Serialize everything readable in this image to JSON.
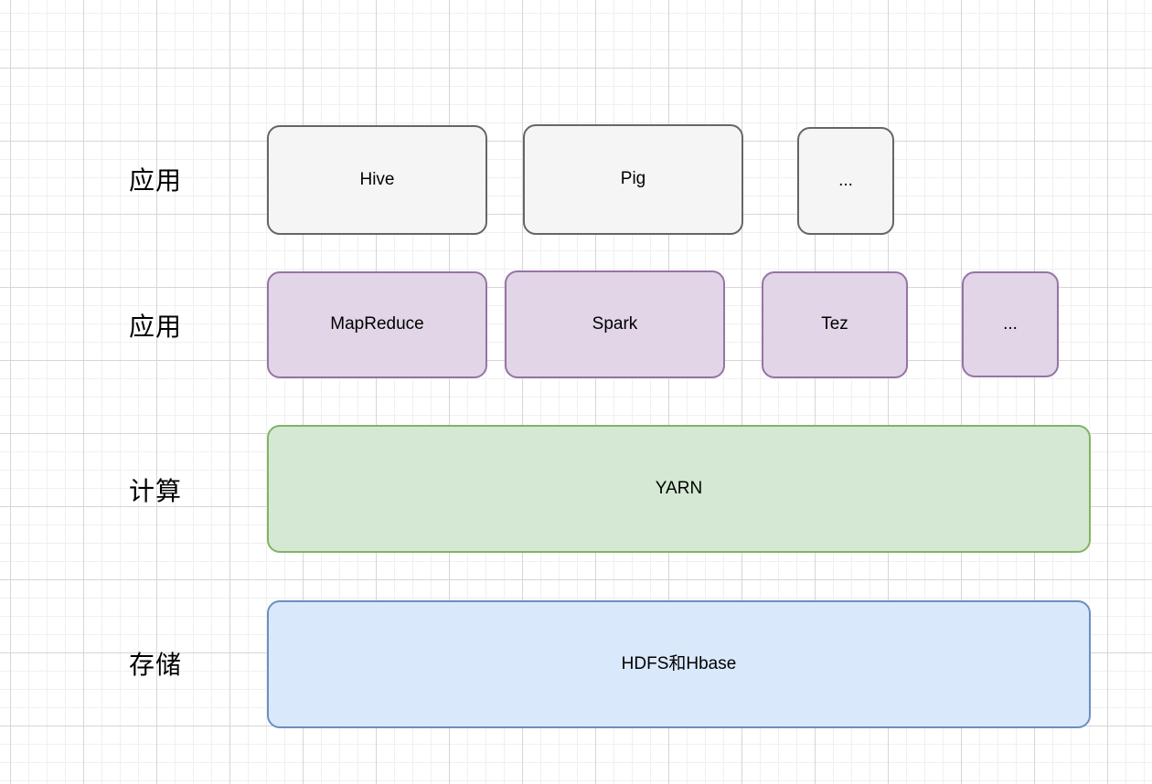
{
  "diagram": {
    "title_implicit": "Hadoop ecosystem layers",
    "rows": [
      {
        "label": "应用",
        "boxes": [
          {
            "text": "Hive",
            "style": "gray"
          },
          {
            "text": "Pig",
            "style": "gray"
          },
          {
            "text": "...",
            "style": "gray"
          }
        ]
      },
      {
        "label": "应用",
        "boxes": [
          {
            "text": "MapReduce",
            "style": "purple"
          },
          {
            "text": "Spark",
            "style": "purple"
          },
          {
            "text": "Tez",
            "style": "purple"
          },
          {
            "text": "...",
            "style": "purple"
          }
        ]
      },
      {
        "label": "计算",
        "boxes": [
          {
            "text": "YARN",
            "style": "green"
          }
        ]
      },
      {
        "label": "存储",
        "boxes": [
          {
            "text": "HDFS和Hbase",
            "style": "blue"
          }
        ]
      }
    ],
    "colors": {
      "gray": {
        "fill": "#f5f5f5",
        "border": "#666666"
      },
      "purple": {
        "fill": "#e1d5e7",
        "border": "#9673a6"
      },
      "green": {
        "fill": "#d5e8d4",
        "border": "#82b366"
      },
      "blue": {
        "fill": "#dae8fc",
        "border": "#6c8ebf"
      },
      "grid_minor": "#f0f0f0",
      "grid_major": "#d6d6d6",
      "text": "#000000"
    }
  }
}
